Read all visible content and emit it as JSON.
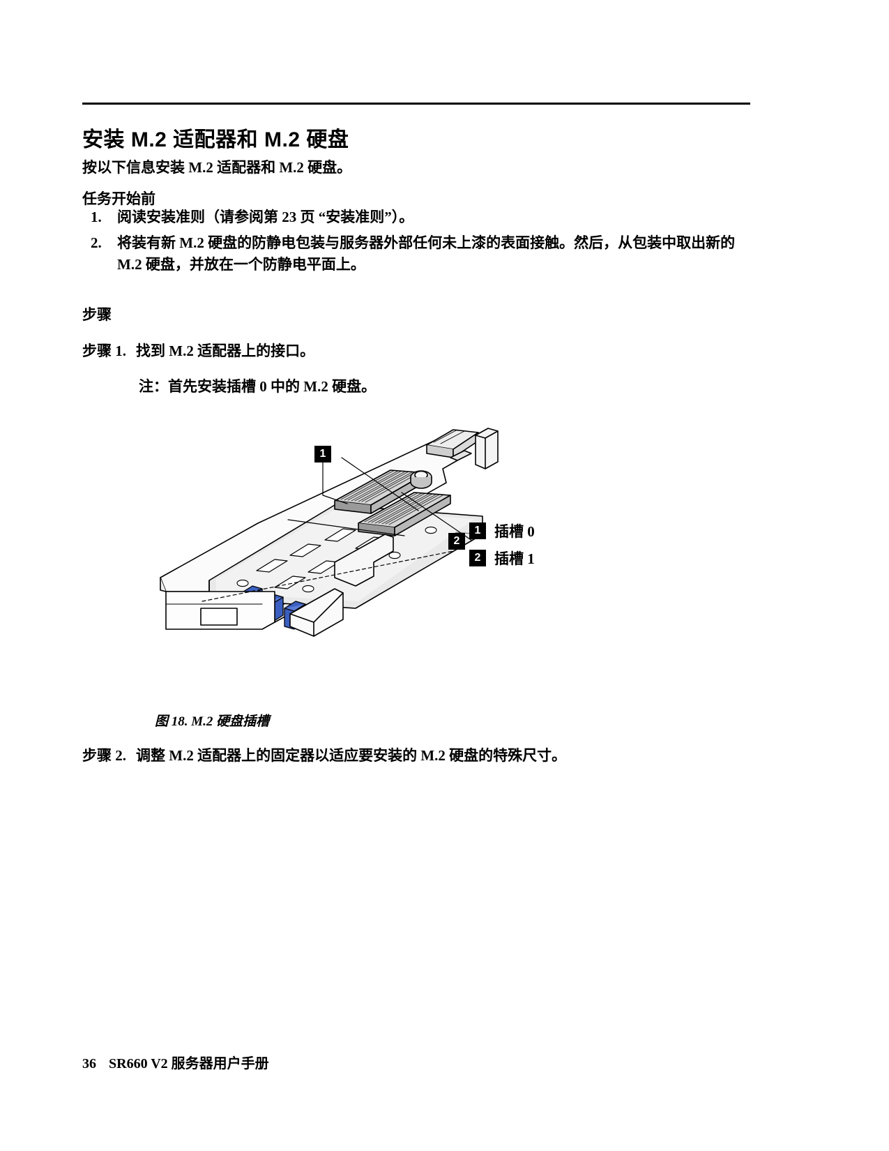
{
  "document": {
    "title": "安装 M.2 适配器和 M.2 硬盘",
    "intro": "按以下信息安装 M.2 适配器和 M.2 硬盘。"
  },
  "before_you_begin": {
    "heading": "任务开始前",
    "items": [
      {
        "num": "1.",
        "text": "阅读安装准则（请参阅第 23 页 “安装准则”）。"
      },
      {
        "num": "2.",
        "text": "将装有新 M.2 硬盘的防静电包装与服务器外部任何未上漆的表面接触。然后，从包装中取出新的 M.2 硬盘，并放在一个防静电平面上。"
      }
    ]
  },
  "procedure": {
    "heading": "步骤",
    "steps": [
      {
        "label": "步骤 1.",
        "text": "找到 M.2 适配器上的接口。"
      },
      {
        "label": "步骤 2.",
        "text": "调整 M.2 适配器上的固定器以适应要安装的 M.2 硬盘的特殊尺寸。"
      }
    ],
    "note": "注：首先安装插槽 0 中的 M.2 硬盘。"
  },
  "figure": {
    "caption": "图 18. M.2 硬盘插槽",
    "callouts": [
      {
        "key": "1",
        "label": "插槽 0"
      },
      {
        "key": "2",
        "label": "插槽 1"
      }
    ],
    "colors": {
      "outline": "#000000",
      "board_fill": "#e8e8e8",
      "tray_fill": "#f4f4f4",
      "retainer_blue": "#3b5fc0",
      "connector_dark": "#6f6f6f"
    }
  },
  "footer": {
    "page_number": "36",
    "book_title": "SR660 V2 服务器用户手册"
  }
}
